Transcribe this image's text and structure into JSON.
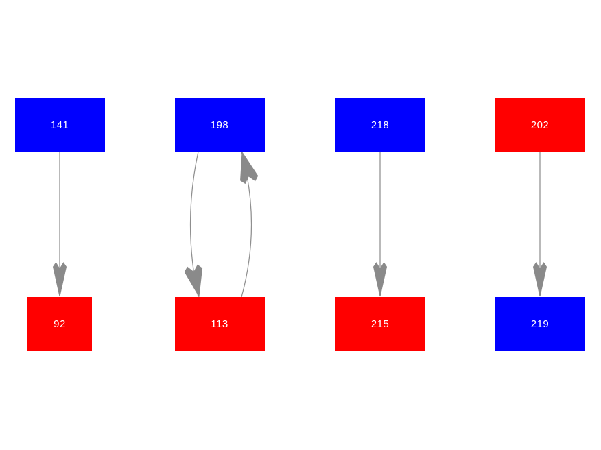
{
  "diagram": {
    "background": "#ffffff",
    "node_colors": {
      "blue": "#0000ff",
      "red": "#ff0000"
    },
    "edge_line_color": "#8f8f8f",
    "arrowhead_color": "#8a8a8a",
    "label_text_color": "#ffffff",
    "nodes": [
      {
        "id": "141",
        "label": "141",
        "color": "blue",
        "col": 0,
        "row": 0,
        "narrow": false
      },
      {
        "id": "92",
        "label": "92",
        "color": "red",
        "col": 0,
        "row": 1,
        "narrow": true
      },
      {
        "id": "198",
        "label": "198",
        "color": "blue",
        "col": 1,
        "row": 0,
        "narrow": false
      },
      {
        "id": "113",
        "label": "113",
        "color": "red",
        "col": 1,
        "row": 1,
        "narrow": false
      },
      {
        "id": "218",
        "label": "218",
        "color": "blue",
        "col": 2,
        "row": 0,
        "narrow": false
      },
      {
        "id": "215",
        "label": "215",
        "color": "red",
        "col": 2,
        "row": 1,
        "narrow": false
      },
      {
        "id": "202",
        "label": "202",
        "color": "red",
        "col": 3,
        "row": 0,
        "narrow": false
      },
      {
        "id": "219",
        "label": "219",
        "color": "blue",
        "col": 3,
        "row": 1,
        "narrow": false
      }
    ],
    "edges": [
      {
        "from": "141",
        "to": "92",
        "style": "straight"
      },
      {
        "from": "198",
        "to": "113",
        "style": "curve-left"
      },
      {
        "from": "113",
        "to": "198",
        "style": "curve-right"
      },
      {
        "from": "218",
        "to": "215",
        "style": "straight"
      },
      {
        "from": "202",
        "to": "219",
        "style": "straight"
      }
    ]
  }
}
